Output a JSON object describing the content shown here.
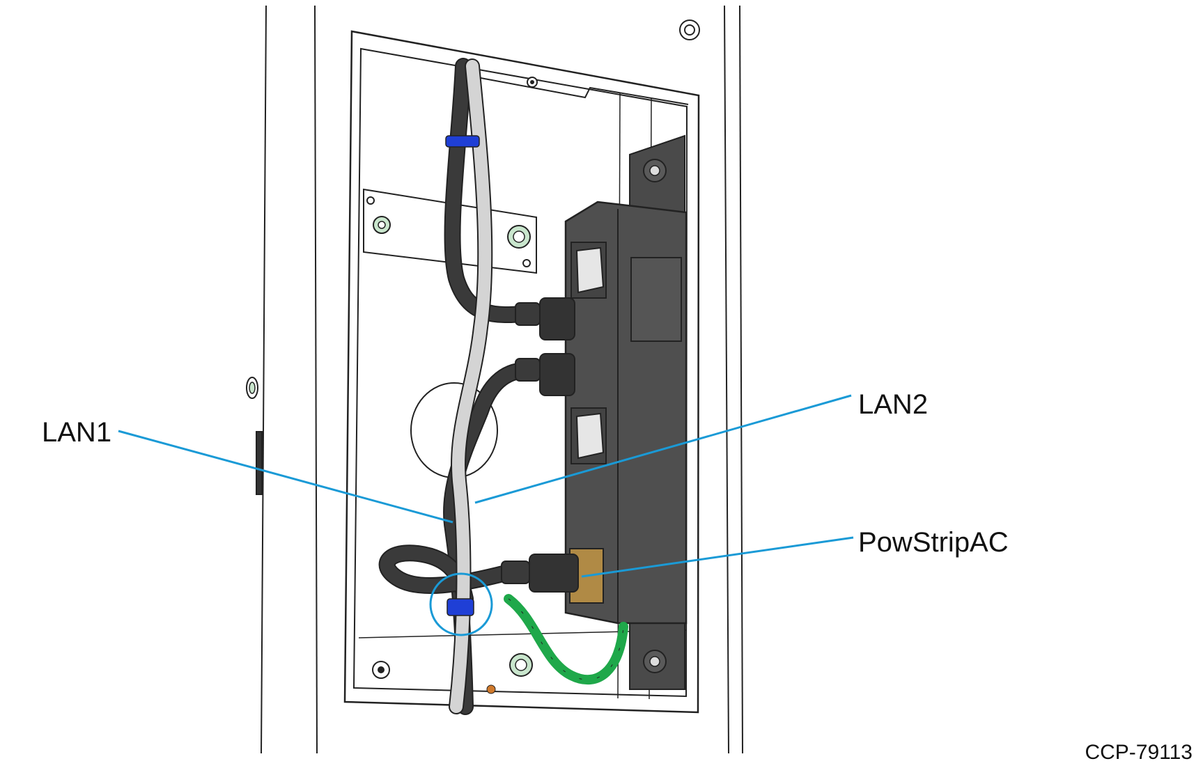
{
  "callouts": {
    "lan1": {
      "label": "LAN1"
    },
    "lan2": {
      "label": "LAN2"
    },
    "power_strip_ac": {
      "label": "PowStripAC"
    }
  },
  "figure_id": "CCP-79113",
  "colors": {
    "callout_line": "#1a9ad6",
    "power_strip": "#4f4f4f",
    "dark_cable": "#3a3a3a",
    "lan_cable": "#d4d4d4",
    "ground_wire": "#1fa84a",
    "cable_tie": "#1f3fd6",
    "enclosure_outline": "#222222"
  },
  "icons": [
    "hex-nut-icon",
    "ac-outlet-icon",
    "iec-plug-icon",
    "cable-tie-icon"
  ]
}
